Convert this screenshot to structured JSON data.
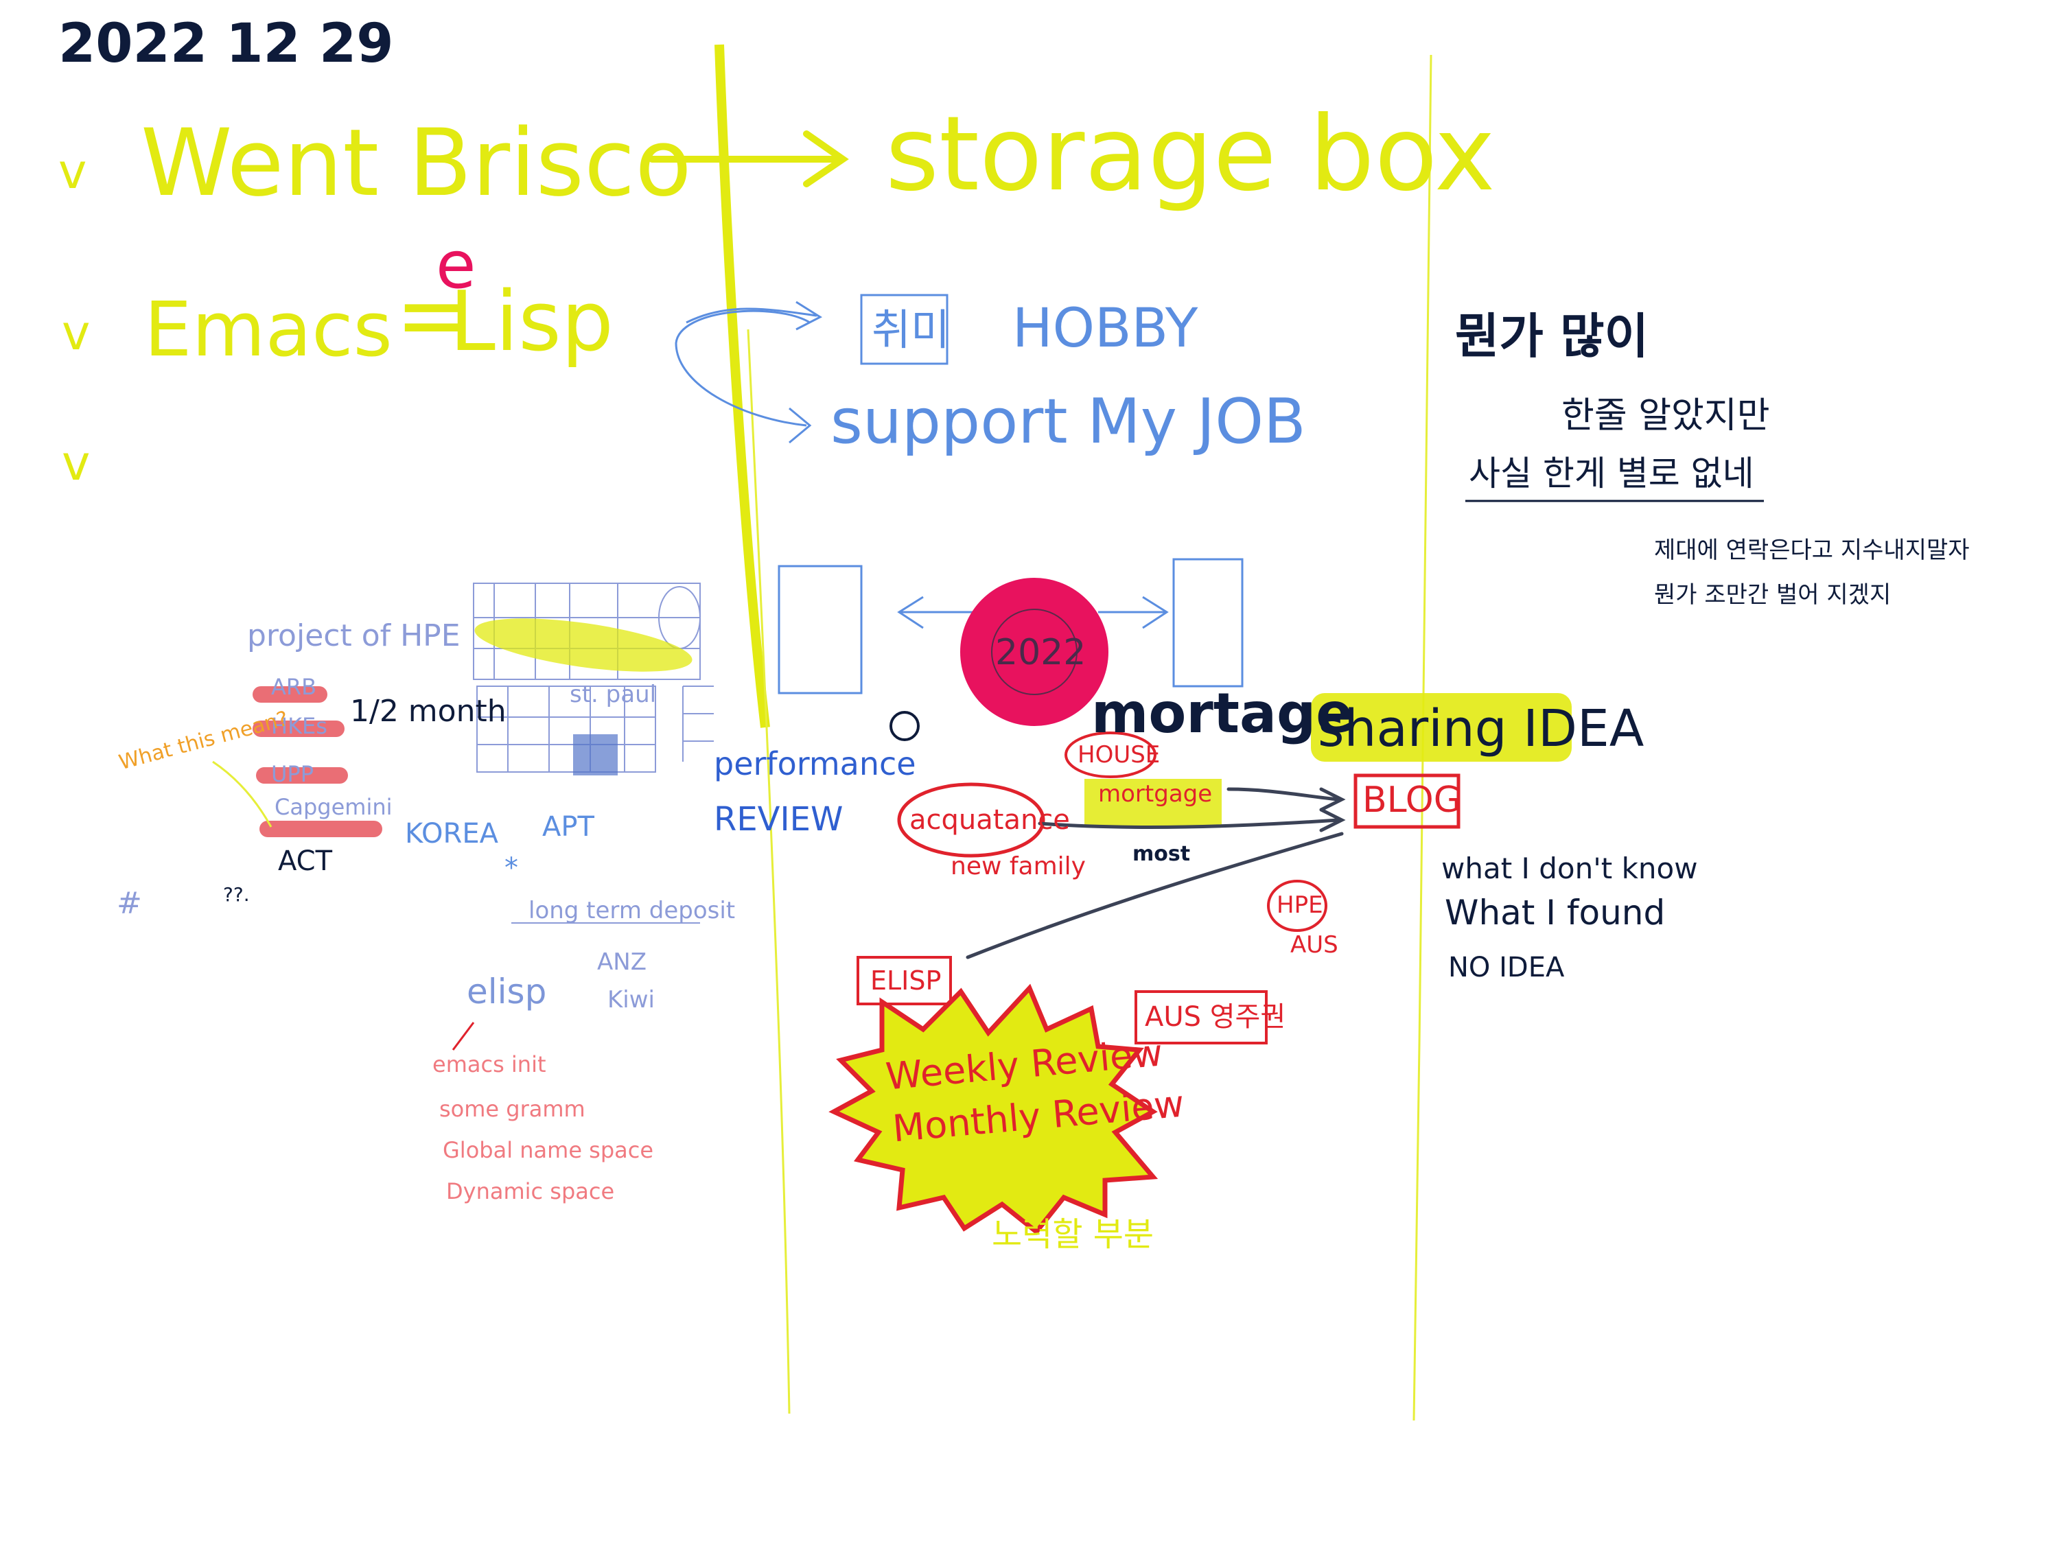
{
  "date": "2022 12 29",
  "checklist": {
    "mark": "v",
    "item1": "Went Brisco",
    "item2": "Emacs",
    "item2_sym": "=",
    "item2_e": "e",
    "item2_lisp": "Lisp",
    "storage": "storage box",
    "hobby_box": "취미",
    "hobby": "HOBBY",
    "support": "support My JOB"
  },
  "korean_notes": {
    "line1": "뭔가 많이",
    "line2": "한줄 알았지만",
    "line3": "사실 한게 별로 없네",
    "line4": "제대에 연락은다고 지수내지말자",
    "line5": "뭔가 조만간 벌어 지겠지"
  },
  "projects": {
    "title": "project of HPE",
    "items": [
      "ARB",
      "HKEs",
      "UPP",
      "Capgemini"
    ],
    "act": "ACT",
    "half_month": "1/2 month",
    "question": "What this mean?",
    "st_paul": "st. paul",
    "korea": "KOREA",
    "apt": "APT",
    "hash": "#",
    "qq": "??.",
    "star": "*"
  },
  "deposit": {
    "title": "long term deposit",
    "items": [
      "ANZ",
      "Kiwi"
    ]
  },
  "elisp_notes": {
    "title": "elisp",
    "items": [
      "emacs init",
      "some gramm",
      "Global name space",
      "Dynamic space"
    ]
  },
  "center": {
    "year": "2022",
    "circle": "O",
    "performance": "performance",
    "review": "REVIEW",
    "mortage": "mortage",
    "house": "HOUSE",
    "sub_mortgage": "mortgage",
    "acquaintance": "acquatance",
    "new_family": "new family",
    "most": "most",
    "hpe": "HPE",
    "aus": "AUS",
    "elisp_box": "ELISP",
    "aus_pr": "AUS 영주권",
    "weekly": "Weekly Review",
    "monthly": "Monthly Review",
    "effort": "노력할 부분"
  },
  "blog": {
    "sharing": "sharing IDEA",
    "blog": "BLOG",
    "items": [
      "what I don't know",
      "What I found",
      "NO IDEA"
    ]
  },
  "colors": {
    "yellow": "#e2ea12",
    "pink": "#e8125e",
    "red": "#e0222c",
    "blue": "#5b8ee0",
    "navy": "#0e1b3a"
  }
}
